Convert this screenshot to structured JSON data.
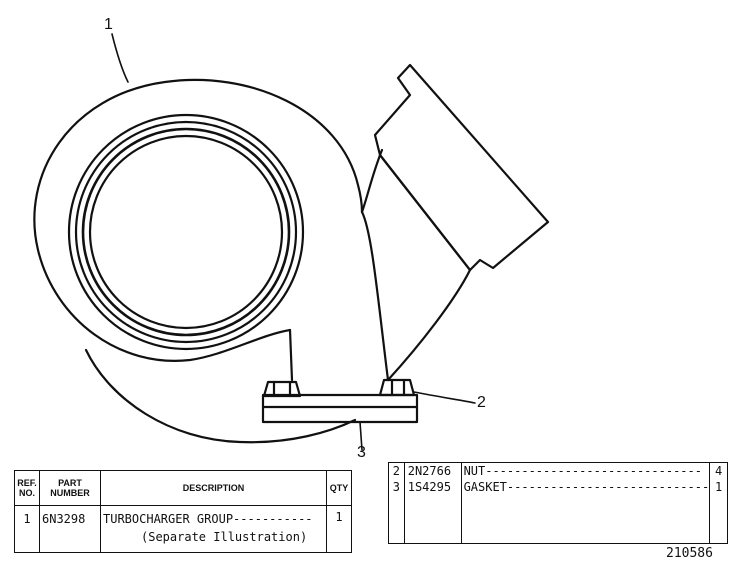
{
  "callouts": [
    "1",
    "2",
    "3"
  ],
  "table_left": {
    "headers": {
      "ref": [
        "REF.",
        "NO."
      ],
      "part": [
        "PART",
        "NUMBER"
      ],
      "description": "DESCRIPTION",
      "qty": "QTY"
    },
    "rows": [
      {
        "ref": "1",
        "part": "6N3298",
        "description": "TURBOCHARGER GROUP-----------",
        "description_line2": "(Separate Illustration)",
        "qty": "1"
      }
    ]
  },
  "table_right": {
    "rows": [
      {
        "ref": "2",
        "part": "2N2766",
        "description": "NUT------------------------------",
        "qty": "4"
      },
      {
        "ref": "3",
        "part": "1S4295",
        "description": "GASKET----------------------------",
        "qty": "1"
      }
    ]
  },
  "image_number": "210586"
}
